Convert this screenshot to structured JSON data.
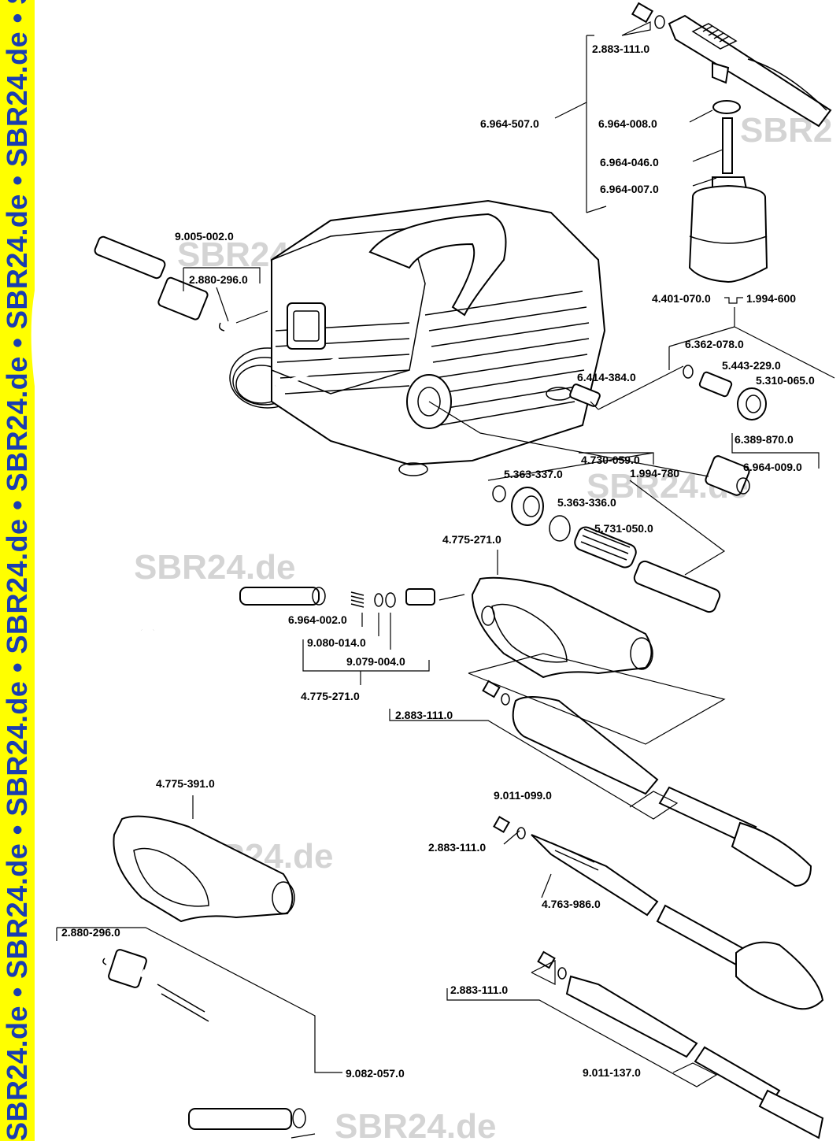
{
  "watermark": {
    "sidebar_text": "SBR24.de • SBR24.de • SBR24.de • SBR24.de • SBR24.de • SBR24.de • SBR24.de • SBR24.de • SBR24.de • SBR24.de • SBR24.de • SBR24.de",
    "text": "SBR24.de",
    "partial": "SBR2"
  },
  "labels": {
    "nozzle_screw_top": "2.883-111.0",
    "foam_kit": "6.964-507.0",
    "o_ring_top": "6.964-008.0",
    "suction_tube": "6.964-046.0",
    "foam_bottle": "6.964-007.0",
    "hose_hp": "9.005-002.0",
    "o_ring_hose": "2.880-296.0",
    "kit_4401": "4.401-070.0",
    "kit_1994_600": "1.994-600",
    "o_ring_6362": "6.362-078.0",
    "nipple": "5.443-229.0",
    "nut": "5.310-065.0",
    "adapter_6414": "6.414-384.0",
    "coupling_6389": "6.389-870.0",
    "coupling_6964_009": "6.964-009.0",
    "kit_4730": "4.730-059.0",
    "kit_1994_780": "1.994-780",
    "ring_5363_337": "5.363-337.0",
    "ring_5363_336": "5.363-336.0",
    "filter": "5.731-050.0",
    "gun_top": "4.775-271.0",
    "spring": "6.964-002.0",
    "o_ring_9080": "9.080-014.0",
    "o_ring_9079": "9.079-004.0",
    "gun_bottom_label": "4.775-271.0",
    "nozzle_screw_mid": "2.883-111.0",
    "lance_9011_099": "9.011-099.0",
    "gun_alt": "4.775-391.0",
    "nozzle_screw_dirt": "2.883-111.0",
    "dirt_blaster": "4.763-986.0",
    "o_ring_hose_bottom": "2.880-296.0",
    "nozzle_screw_bottom": "2.883-111.0",
    "hose_extension": "9.082-057.0",
    "lance_9011_137": "9.011-137.0"
  }
}
